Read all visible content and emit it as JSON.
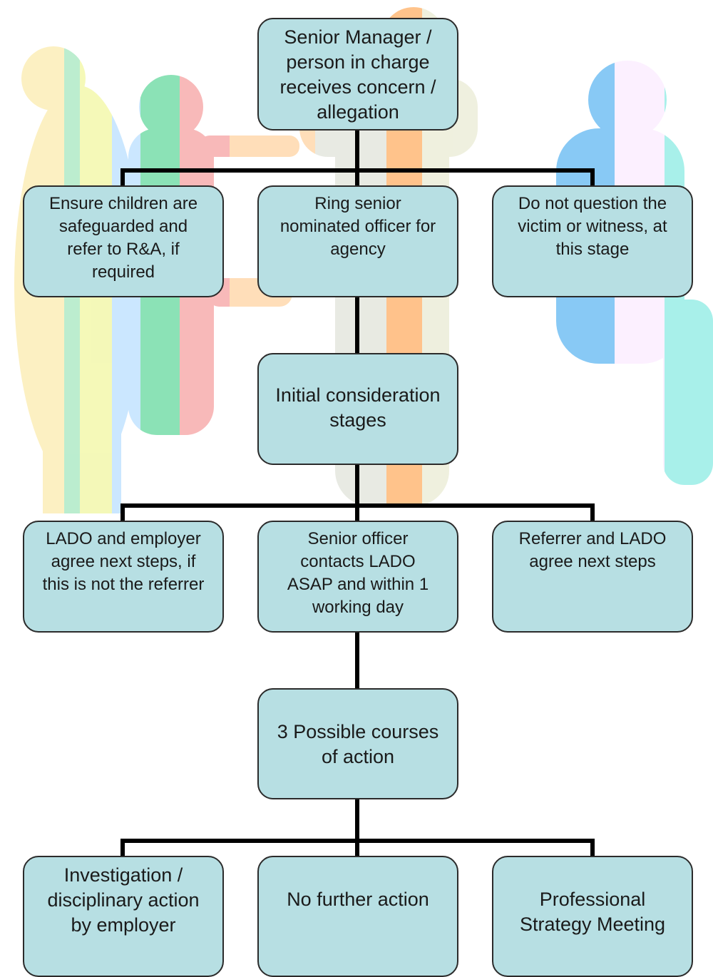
{
  "colors": {
    "box_fill": "#b7dfe3",
    "box_border": "#2b2b2b",
    "connector": "#000000"
  },
  "background_image": "faded colourful silhouettes of children dancing in a ring",
  "nodes": {
    "root": "Senior Manager /\nperson in charge\nreceives concern /\nallegation",
    "safeguard": "Ensure children are\nsafeguarded and\nrefer to R&A, if\nrequired",
    "ring_officer": "Ring senior\nnominated officer for\nagency",
    "do_not_question": "Do not question the\nvictim or witness, at\nthis stage",
    "initial": "Initial consideration\nstages",
    "lado_employer": "LADO and employer\nagree next steps, if\nthis is not the referrer",
    "senior_contacts": "Senior officer\ncontacts LADO\nASAP and within 1\nworking day",
    "referrer_lado": "Referrer and LADO\nagree next steps",
    "three_courses": "3 Possible courses\nof action",
    "investigation": "Investigation /\ndisciplinary action\nby employer",
    "no_further": "No further action",
    "strategy": "Professional\nStrategy Meeting"
  }
}
